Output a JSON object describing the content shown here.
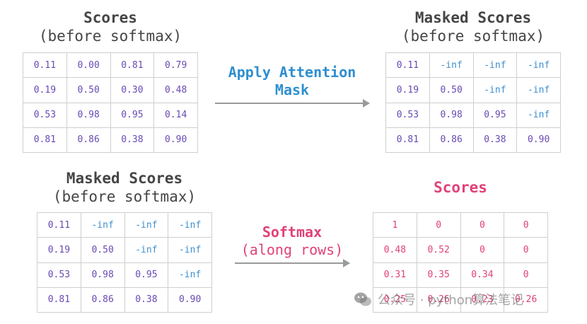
{
  "top_left": {
    "title": "Scores",
    "subtitle": "(before softmax)",
    "rows": [
      [
        "0.11",
        "0.00",
        "0.81",
        "0.79"
      ],
      [
        "0.19",
        "0.50",
        "0.30",
        "0.48"
      ],
      [
        "0.53",
        "0.98",
        "0.95",
        "0.14"
      ],
      [
        "0.81",
        "0.86",
        "0.38",
        "0.90"
      ]
    ]
  },
  "top_right": {
    "title": "Masked Scores",
    "subtitle": "(before softmax)",
    "rows": [
      [
        "0.11",
        "-inf",
        "-inf",
        "-inf"
      ],
      [
        "0.19",
        "0.50",
        "-inf",
        "-inf"
      ],
      [
        "0.53",
        "0.98",
        "0.95",
        "-inf"
      ],
      [
        "0.81",
        "0.86",
        "0.38",
        "0.90"
      ]
    ]
  },
  "bottom_left": {
    "title": "Masked Scores",
    "subtitle": "(before softmax)",
    "rows": [
      [
        "0.11",
        "-inf",
        "-inf",
        "-inf"
      ],
      [
        "0.19",
        "0.50",
        "-inf",
        "-inf"
      ],
      [
        "0.53",
        "0.98",
        "0.95",
        "-inf"
      ],
      [
        "0.81",
        "0.86",
        "0.38",
        "0.90"
      ]
    ]
  },
  "bottom_right": {
    "title": "Scores",
    "rows": [
      [
        "1",
        "0",
        "0",
        "0"
      ],
      [
        "0.48",
        "0.52",
        "0",
        "0"
      ],
      [
        "0.31",
        "0.35",
        "0.34",
        "0"
      ],
      [
        "0.25",
        "0.26",
        "0.23",
        "0.26"
      ]
    ]
  },
  "op_mask": {
    "line1": "Apply Attention",
    "line2": "Mask"
  },
  "op_softmax": {
    "line1": "Softmax",
    "line2": "(along rows)"
  },
  "watermark": {
    "text": "公众号 · python算法笔记",
    "icon": "wechat-icon"
  },
  "colors": {
    "number": "#6a4ab4",
    "neg_inf": "#3c8fd0",
    "pink": "#e0427a",
    "blue": "#2e8fd0"
  }
}
